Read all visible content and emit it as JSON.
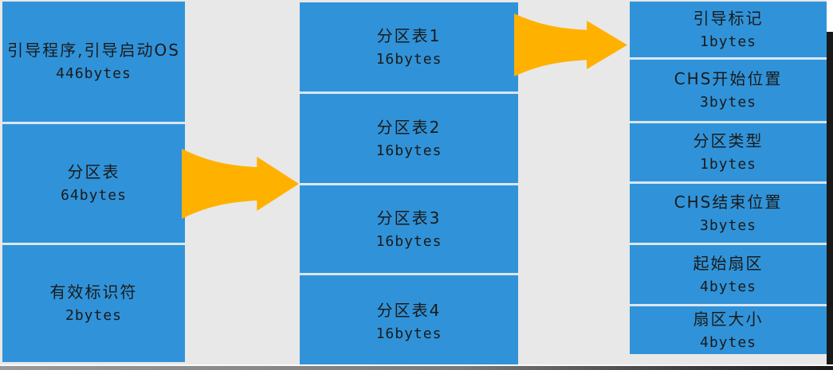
{
  "colors": {
    "box_blue": "#3093D9",
    "arrow_orange": "#FFB100",
    "background": "#E8E8E8",
    "text": "#1A1A1A"
  },
  "columns": [
    {
      "boxes": [
        {
          "label": "引导程序,引导启动OS",
          "size": "446bytes"
        },
        {
          "label": "分区表",
          "size": "64bytes"
        },
        {
          "label": "有效标识符",
          "size": "2bytes"
        }
      ]
    },
    {
      "boxes": [
        {
          "label": "分区表1",
          "size": "16bytes"
        },
        {
          "label": "分区表2",
          "size": "16bytes"
        },
        {
          "label": "分区表3",
          "size": "16bytes"
        },
        {
          "label": "分区表4",
          "size": "16bytes"
        }
      ]
    },
    {
      "boxes": [
        {
          "label": "引导标记",
          "size": "1bytes"
        },
        {
          "label": "CHS开始位置",
          "size": "3bytes"
        },
        {
          "label": "分区类型",
          "size": "1bytes"
        },
        {
          "label": "CHS结束位置",
          "size": "3bytes"
        },
        {
          "label": "起始扇区",
          "size": "4bytes"
        },
        {
          "label": "扇区大小",
          "size": "4bytes"
        }
      ]
    }
  ]
}
